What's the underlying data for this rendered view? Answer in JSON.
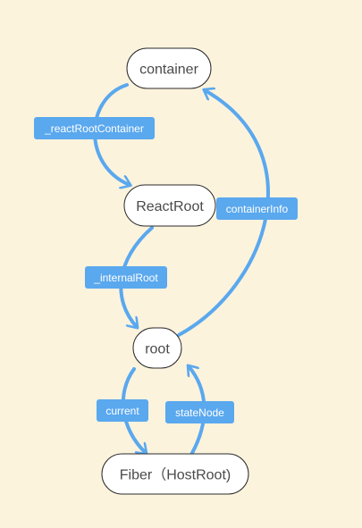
{
  "colors": {
    "background": "#fcf3dd",
    "edge": "#5aa8ee",
    "label_bg": "#5aa8ee",
    "label_text": "#ffffff",
    "node_fill": "#ffffff",
    "node_stroke": "#2a2a2a",
    "node_text": "#4a4a4a"
  },
  "nodes": {
    "container": "container",
    "react_root": "ReactRoot",
    "root": "root",
    "fiber": "Fiber（HostRoot)"
  },
  "edges": {
    "react_root_container": "_reactRootContainer",
    "internal_root": "_internalRoot",
    "container_info": "containerInfo",
    "current": "current",
    "state_node": "stateNode"
  }
}
